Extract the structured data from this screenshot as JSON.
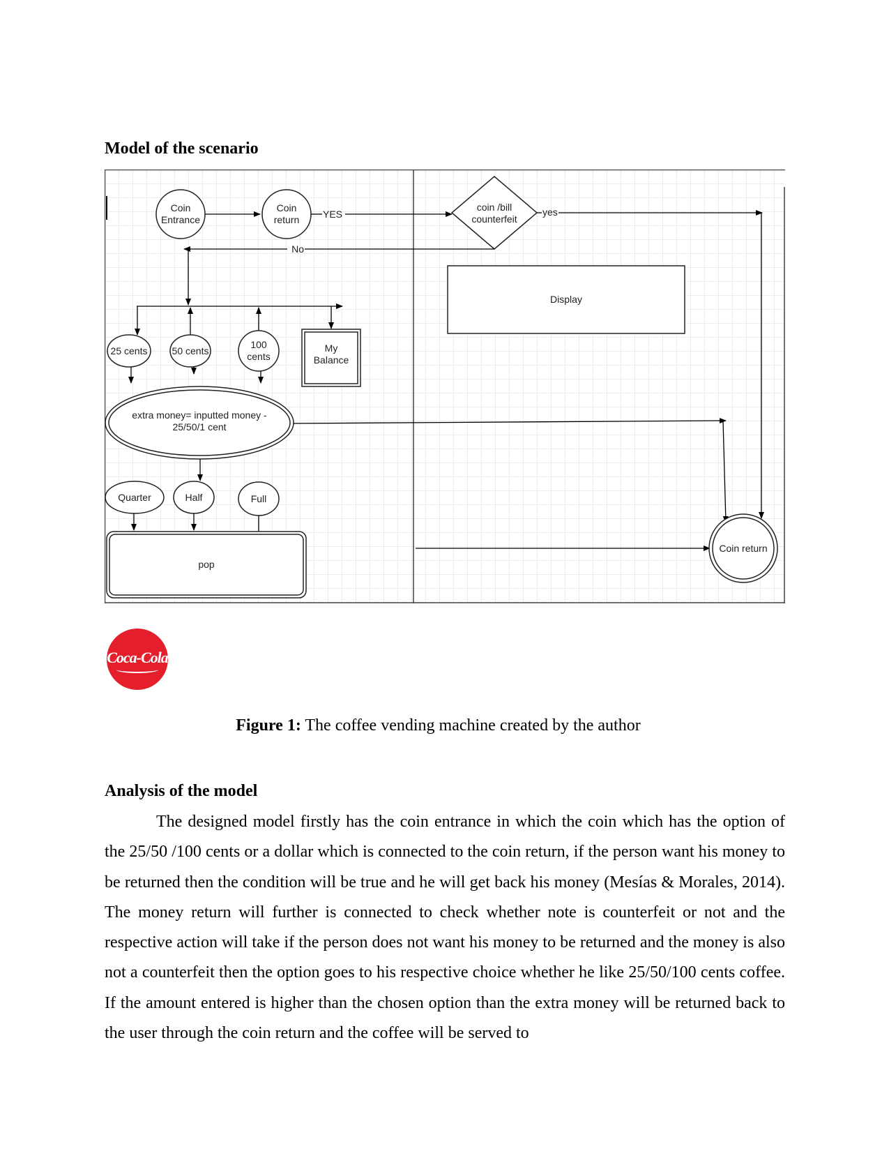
{
  "section_heading": "Model of the scenario",
  "diagram": {
    "coin_entrance": [
      "Coin",
      "Entrance"
    ],
    "coin_return_top": [
      "Coin",
      "return"
    ],
    "yes_label": "YES",
    "counterfeit": [
      "coin /bill",
      "counterfeit"
    ],
    "yes_lower_label": "yes",
    "no_label": "No",
    "display": "Display",
    "cents_25": "25 cents",
    "cents_50": "50 cents",
    "cents_100": [
      "100",
      "cents"
    ],
    "my_balance": [
      "My",
      "Balance"
    ],
    "extra_money": [
      "extra money= inputted money -",
      "25/50/1 cent"
    ],
    "quarter": "Quarter",
    "half": "Half",
    "full": "Full",
    "pop": "pop",
    "coin_return_final": "Coin return"
  },
  "logo": {
    "text": "Coca-Cola",
    "color": "#e41e2b"
  },
  "caption": {
    "label": "Figure 1:",
    "text": " The coffee vending machine created by the author"
  },
  "analysis_heading": "Analysis of the model",
  "analysis_text": "The designed model firstly has the coin entrance in which the coin which has the option of the 25/50 /100 cents or a dollar which is connected to the coin return, if the person want his money to be returned then the condition will be true and he will get back his money (Mesías & Morales, 2014). The money return will further is connected to check whether note is counterfeit or not and the respective action will take if the person does not want his money to be returned and the money is also not a counterfeit then the option goes to his respective choice whether he like 25/50/100 cents coffee. If the amount entered is higher than the chosen option than the extra money will be returned back to the user through the coin return and the coffee will be served to"
}
